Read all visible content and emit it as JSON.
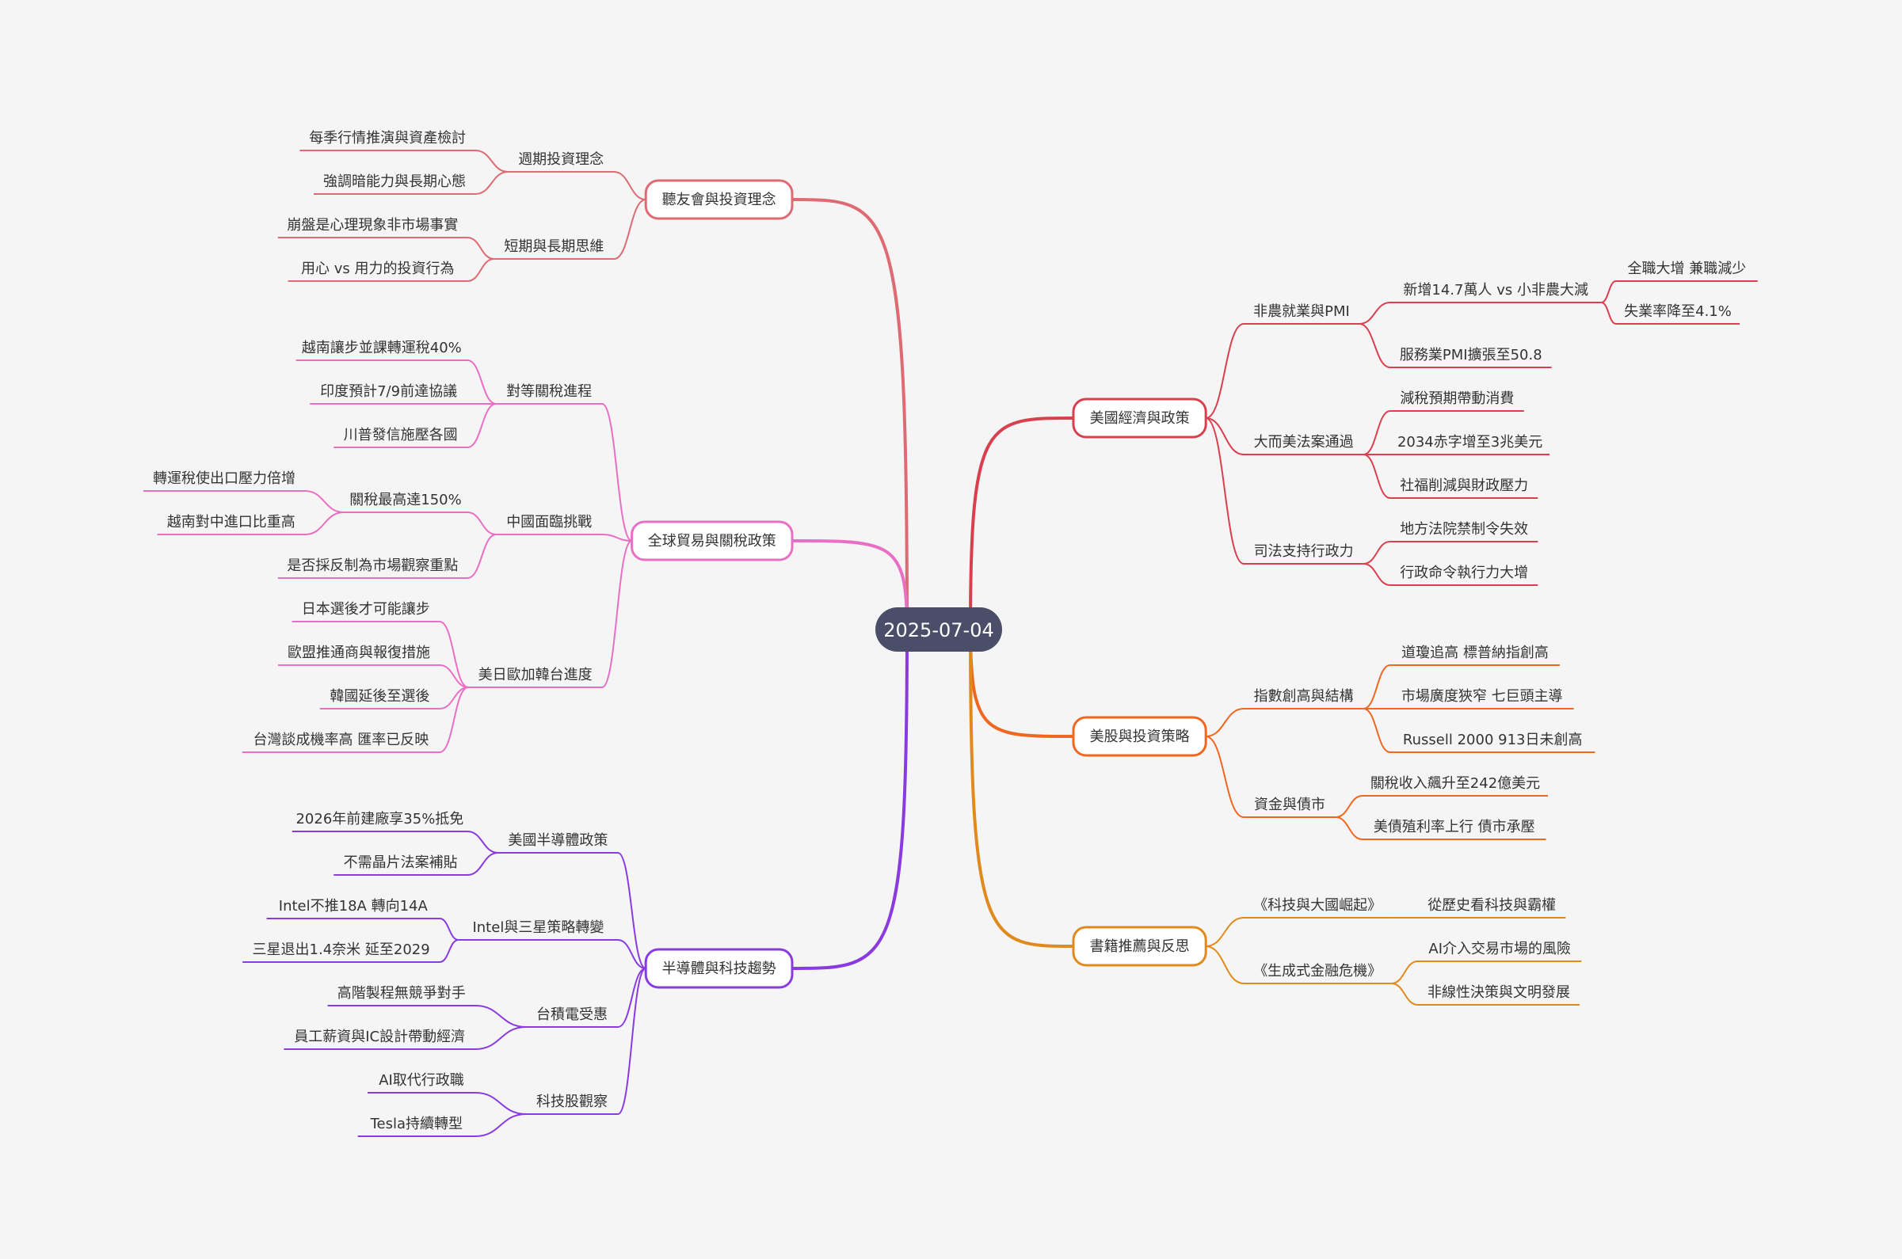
{
  "root": {
    "label": "2025-07-04",
    "fill": "#4a4e69"
  },
  "branches": [
    {
      "label": "美國經濟與政策",
      "color": "#d9404f",
      "children": [
        {
          "label": "非農就業與PMI",
          "children": [
            {
              "label": "新增14.7萬人 vs 小非農大減",
              "children": [
                {
                  "label": "全職大增 兼職減少"
                },
                {
                  "label": "失業率降至4.1%"
                }
              ]
            },
            {
              "label": "服務業PMI擴張至50.8"
            }
          ]
        },
        {
          "label": "大而美法案通過",
          "children": [
            {
              "label": "減稅預期帶動消費"
            },
            {
              "label": "2034赤字增至3兆美元"
            },
            {
              "label": "社福削減與財政壓力"
            }
          ]
        },
        {
          "label": "司法支持行政力",
          "children": [
            {
              "label": "地方法院禁制令失效"
            },
            {
              "label": "行政命令執行力大增"
            }
          ]
        }
      ]
    },
    {
      "label": "美股與投資策略",
      "color": "#f0671f",
      "children": [
        {
          "label": "指數創高與結構",
          "children": [
            {
              "label": "道瓊追高 標普納指創高"
            },
            {
              "label": "市場廣度狹窄 七巨頭主導"
            },
            {
              "label": "Russell 2000 913日未創高"
            }
          ]
        },
        {
          "label": "資金與債市",
          "children": [
            {
              "label": "關稅收入飆升至242億美元"
            },
            {
              "label": "美債殖利率上行 債市承壓"
            }
          ]
        }
      ]
    },
    {
      "label": "書籍推薦與反思",
      "color": "#e08a1e",
      "children": [
        {
          "label": "《科技與大國崛起》",
          "children": [
            {
              "label": "從歷史看科技與霸權"
            }
          ]
        },
        {
          "label": "《生成式金融危機》",
          "children": [
            {
              "label": "AI介入交易市場的風險"
            },
            {
              "label": "非線性決策與文明發展"
            }
          ]
        }
      ]
    },
    {
      "label": "聽友會與投資理念",
      "color": "#de6b73",
      "children": [
        {
          "label": "週期投資理念",
          "children": [
            {
              "label": "每季行情推演與資產檢討"
            },
            {
              "label": "強調暗能力與長期心態"
            }
          ]
        },
        {
          "label": "短期與長期思維",
          "children": [
            {
              "label": "崩盤是心理現象非市場事實"
            },
            {
              "label": "用心 vs 用力的投資行為"
            }
          ]
        }
      ]
    },
    {
      "label": "全球貿易與關稅政策",
      "color": "#e96fc5",
      "children": [
        {
          "label": "對等關稅進程",
          "children": [
            {
              "label": "越南讓步並課轉運稅40%"
            },
            {
              "label": "印度預計7/9前達協議"
            },
            {
              "label": "川普發信施壓各國"
            }
          ]
        },
        {
          "label": "中國面臨挑戰",
          "children": [
            {
              "label": "關稅最高達150%",
              "children": [
                {
                  "label": "轉運稅使出口壓力倍增"
                },
                {
                  "label": "越南對中進口比重高"
                }
              ]
            },
            {
              "label": "是否採反制為市場觀察重點"
            }
          ]
        },
        {
          "label": "美日歐加韓台進度",
          "children": [
            {
              "label": "日本選後才可能讓步"
            },
            {
              "label": "歐盟推通商與報復措施"
            },
            {
              "label": "韓國延後至選後"
            },
            {
              "label": "台灣談成機率高 匯率已反映"
            }
          ]
        }
      ]
    },
    {
      "label": "半導體與科技趨勢",
      "color": "#8a3be0",
      "children": [
        {
          "label": "美國半導體政策",
          "children": [
            {
              "label": "2026年前建廠享35%抵免"
            },
            {
              "label": "不需晶片法案補貼"
            }
          ]
        },
        {
          "label": "Intel與三星策略轉變",
          "children": [
            {
              "label": "Intel不推18A 轉向14A"
            },
            {
              "label": "三星退出1.4奈米 延至2029"
            }
          ]
        },
        {
          "label": "台積電受惠",
          "children": [
            {
              "label": "高階製程無競爭對手"
            },
            {
              "label": "員工薪資與IC設計帶動經濟"
            }
          ]
        },
        {
          "label": "科技股觀察",
          "children": [
            {
              "label": "AI取代行政職"
            },
            {
              "label": "Tesla持續轉型"
            }
          ]
        }
      ]
    }
  ]
}
